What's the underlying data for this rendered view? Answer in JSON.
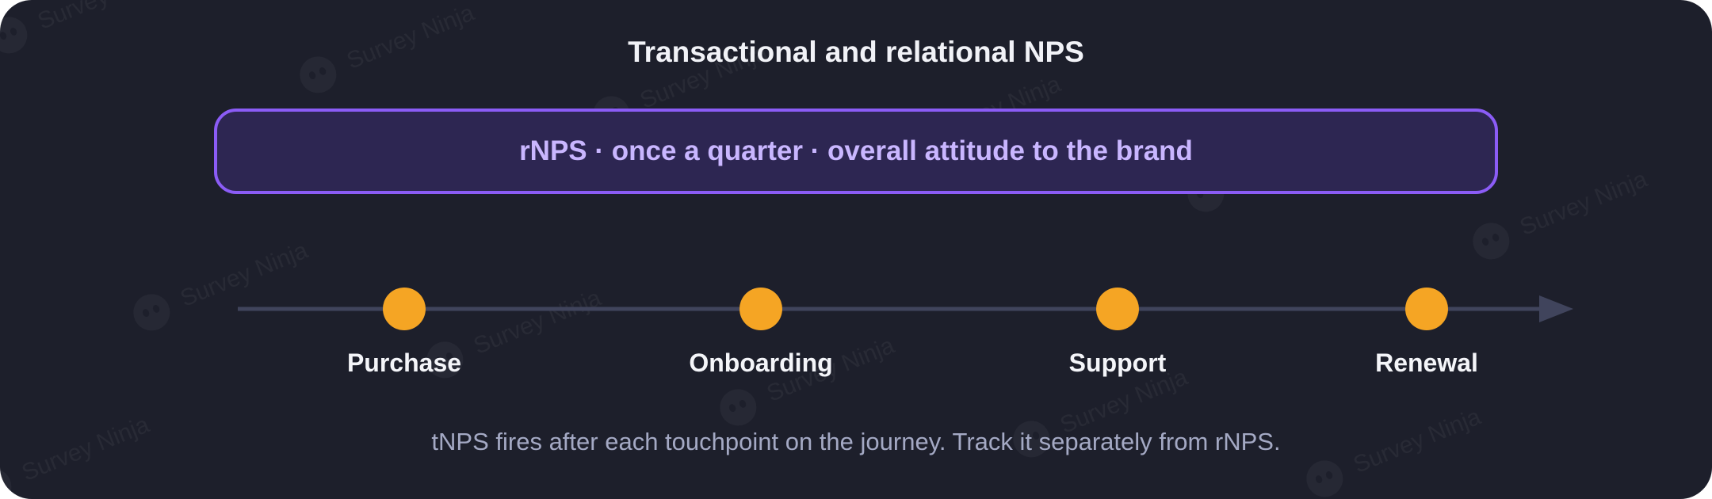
{
  "diagram": {
    "title": "Transactional and relational NPS",
    "relational_band": {
      "label": "rNPS · once a quarter · overall attitude to the brand"
    },
    "touchpoints": [
      {
        "label": "Purchase"
      },
      {
        "label": "Onboarding"
      },
      {
        "label": "Support"
      },
      {
        "label": "Renewal"
      }
    ],
    "footnote": "tNPS fires after each touchpoint on the journey. Track it separately from rNPS."
  },
  "watermark": {
    "text": "Survey Ninja"
  },
  "colors": {
    "background": "#1d1f2b",
    "band_border": "#8b5cf6",
    "band_fill": "#2d2652",
    "band_text": "#c9b6ff",
    "touchpoint_dot": "#f5a524",
    "timeline_axis": "#40445c",
    "footnote_text": "#a4a9c4"
  }
}
